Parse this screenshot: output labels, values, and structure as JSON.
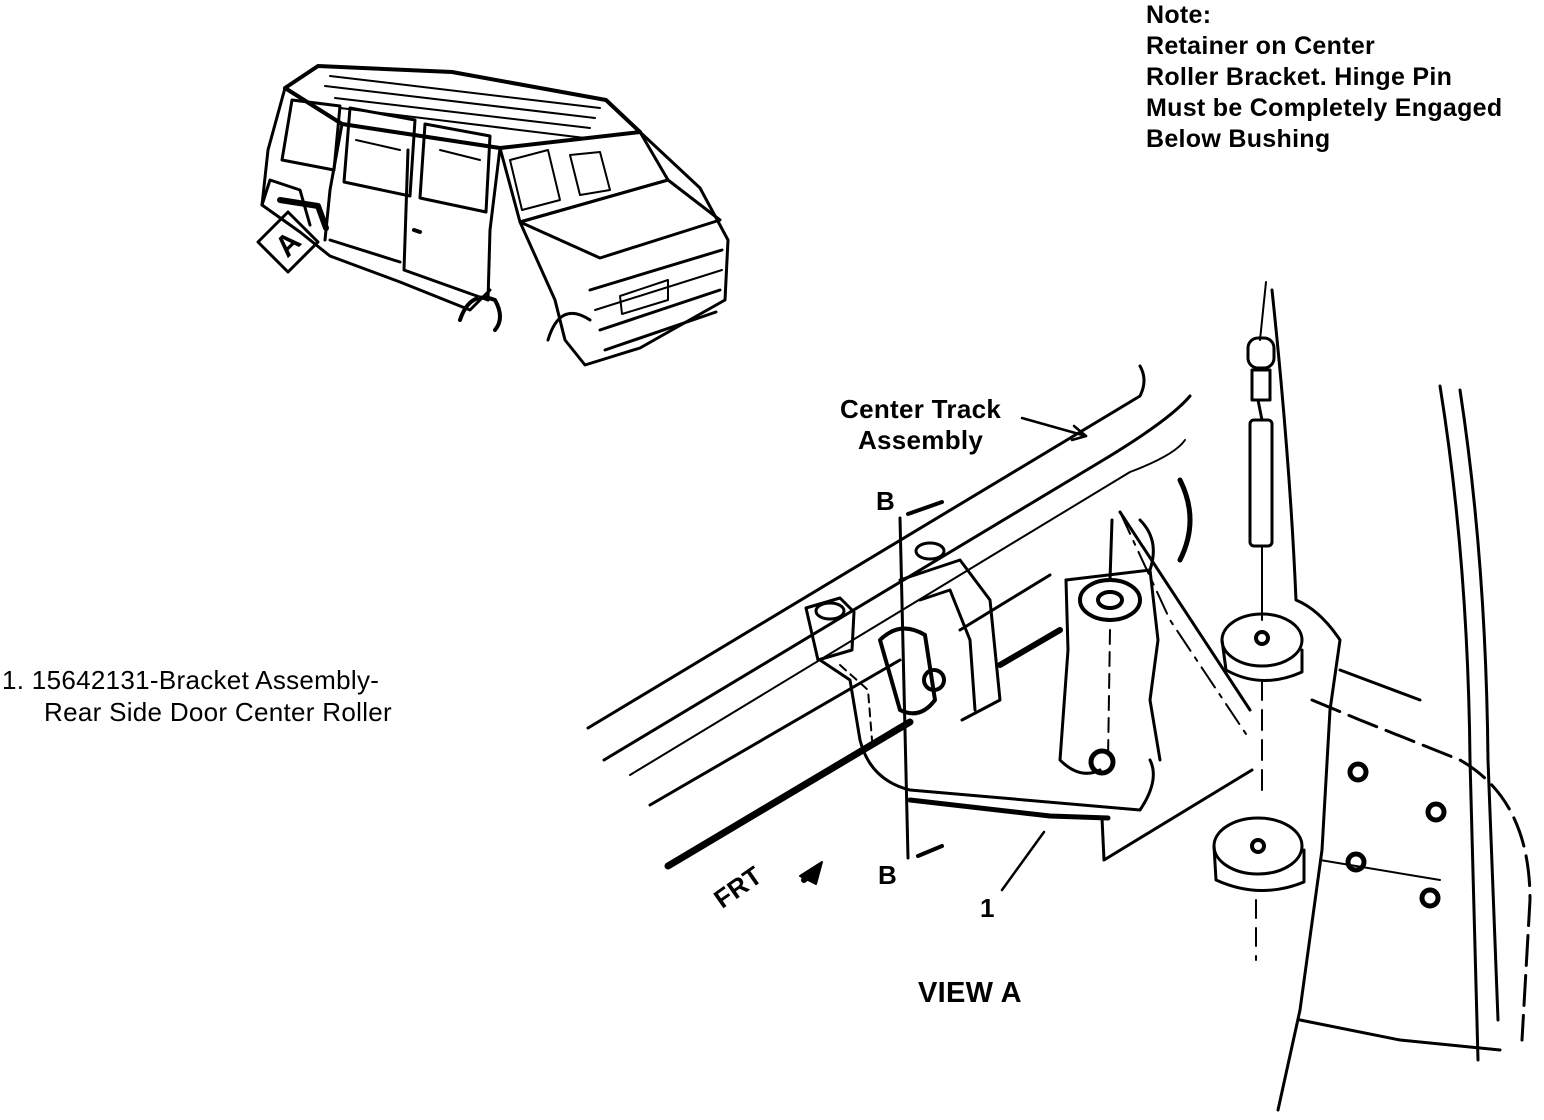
{
  "note": {
    "lines": [
      "Note:",
      "Retainer on Center",
      "Roller Bracket. Hinge Pin",
      "Must be Completely Engaged",
      "Below Bushing"
    ]
  },
  "legend": {
    "line1": "1.  15642131-Bracket Assembly-",
    "line2": "Rear Side Door Center Roller"
  },
  "callouts": {
    "center_track_line1": "Center Track",
    "center_track_line2": "Assembly",
    "section_top": "B",
    "section_bottom": "B",
    "item_number": "1",
    "front": "FRT",
    "view_marker": "A",
    "view_title": "VIEW A"
  },
  "colors": {
    "ink": "#000000",
    "paper": "#ffffff"
  }
}
